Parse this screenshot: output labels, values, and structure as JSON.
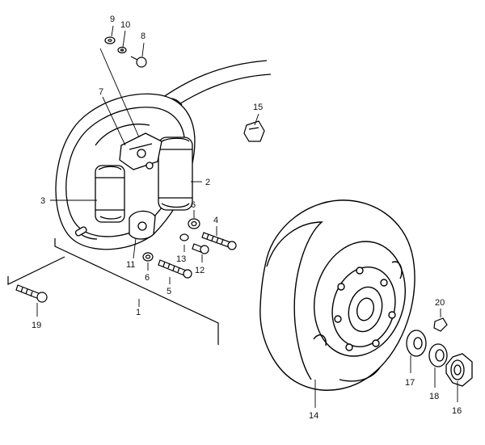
{
  "diagram": {
    "style": {
      "line_color": "#000000",
      "background": "#ffffff"
    },
    "labels": {
      "l1": "1",
      "l2": "2",
      "l3": "3",
      "l4": "4",
      "l5": "5",
      "l6a": "6",
      "l6b": "6",
      "l7": "7",
      "l8": "8",
      "l9": "9",
      "l10": "10",
      "l11": "11",
      "l12": "12",
      "l13": "13",
      "l14": "14",
      "l15": "15",
      "l16": "16",
      "l17": "17",
      "l18": "18",
      "l19": "19",
      "l20": "20"
    }
  }
}
